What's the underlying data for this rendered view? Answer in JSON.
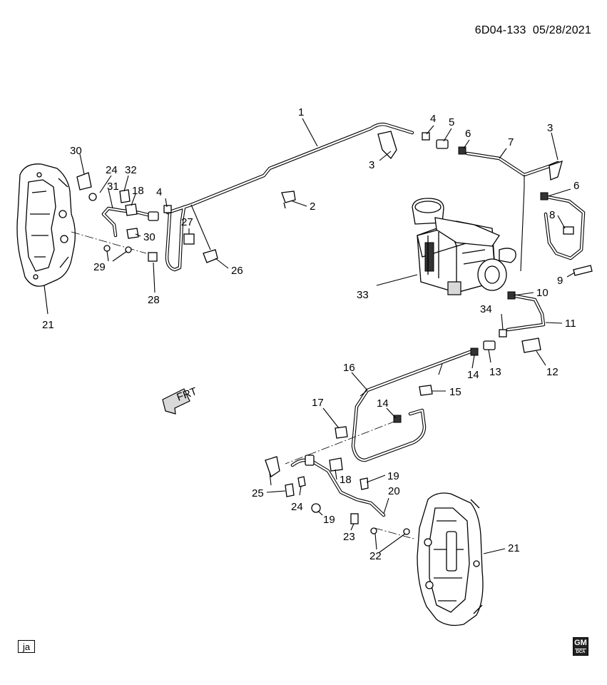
{
  "header": {
    "diagram_id": "6D04-133",
    "date": "05/28/2021"
  },
  "footer": {
    "tag": "ja",
    "logo_top": "GM",
    "logo_bottom": "DCA"
  },
  "front_indicator": "FRT",
  "callouts": [
    {
      "id": "c1",
      "text": "1"
    },
    {
      "id": "c2",
      "text": "2"
    },
    {
      "id": "c3a",
      "text": "3"
    },
    {
      "id": "c3b",
      "text": "3"
    },
    {
      "id": "c4a",
      "text": "4"
    },
    {
      "id": "c4b",
      "text": "4"
    },
    {
      "id": "c5",
      "text": "5"
    },
    {
      "id": "c6a",
      "text": "6"
    },
    {
      "id": "c6b",
      "text": "6"
    },
    {
      "id": "c7",
      "text": "7"
    },
    {
      "id": "c8",
      "text": "8"
    },
    {
      "id": "c9",
      "text": "9"
    },
    {
      "id": "c10",
      "text": "10"
    },
    {
      "id": "c11",
      "text": "11"
    },
    {
      "id": "c12",
      "text": "12"
    },
    {
      "id": "c13",
      "text": "13"
    },
    {
      "id": "c14a",
      "text": "14"
    },
    {
      "id": "c14b",
      "text": "14"
    },
    {
      "id": "c15",
      "text": "15"
    },
    {
      "id": "c16",
      "text": "16"
    },
    {
      "id": "c17",
      "text": "17"
    },
    {
      "id": "c18a",
      "text": "18"
    },
    {
      "id": "c18b",
      "text": "18"
    },
    {
      "id": "c19a",
      "text": "19"
    },
    {
      "id": "c19b",
      "text": "19"
    },
    {
      "id": "c20",
      "text": "20"
    },
    {
      "id": "c21a",
      "text": "21"
    },
    {
      "id": "c21b",
      "text": "21"
    },
    {
      "id": "c22",
      "text": "22"
    },
    {
      "id": "c23",
      "text": "23"
    },
    {
      "id": "c24a",
      "text": "24"
    },
    {
      "id": "c24b",
      "text": "24"
    },
    {
      "id": "c25",
      "text": "25"
    },
    {
      "id": "c26",
      "text": "26"
    },
    {
      "id": "c27",
      "text": "27"
    },
    {
      "id": "c28",
      "text": "28"
    },
    {
      "id": "c29",
      "text": "29"
    },
    {
      "id": "c30a",
      "text": "30"
    },
    {
      "id": "c30b",
      "text": "30"
    },
    {
      "id": "c31",
      "text": "31"
    },
    {
      "id": "c32",
      "text": "32"
    },
    {
      "id": "c33",
      "text": "33"
    },
    {
      "id": "c34",
      "text": "34"
    }
  ]
}
